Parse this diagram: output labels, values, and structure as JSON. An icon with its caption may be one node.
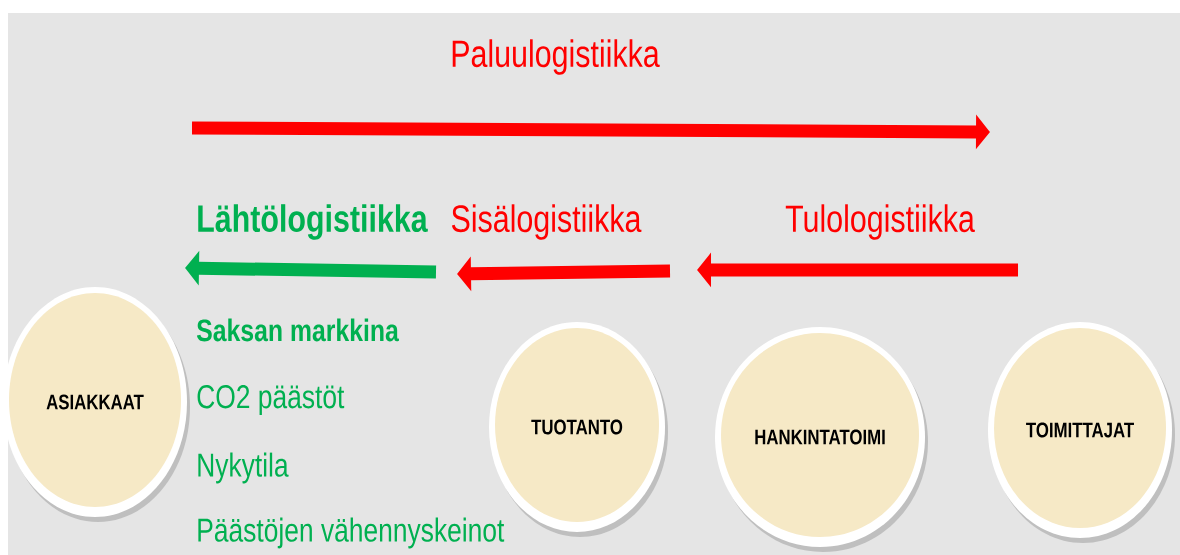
{
  "diagram": {
    "nodes": [
      {
        "text": [
          "ASIAKKAAT"
        ]
      },
      {
        "text": [
          "TUOTANTO"
        ]
      },
      {
        "text": [
          "HANKINTATOIMI"
        ]
      },
      {
        "text": [
          "TOIMITTAJAT"
        ]
      }
    ],
    "labels": [
      "Paluulogistiikka",
      "Lähtölogistiikka",
      "Sisälogistiikka",
      "Tulologistiikka",
      "Saksan markkina",
      "CO2 päästöt",
      "Nykytila",
      "Päästöjen vähennyskeinot"
    ]
  }
}
